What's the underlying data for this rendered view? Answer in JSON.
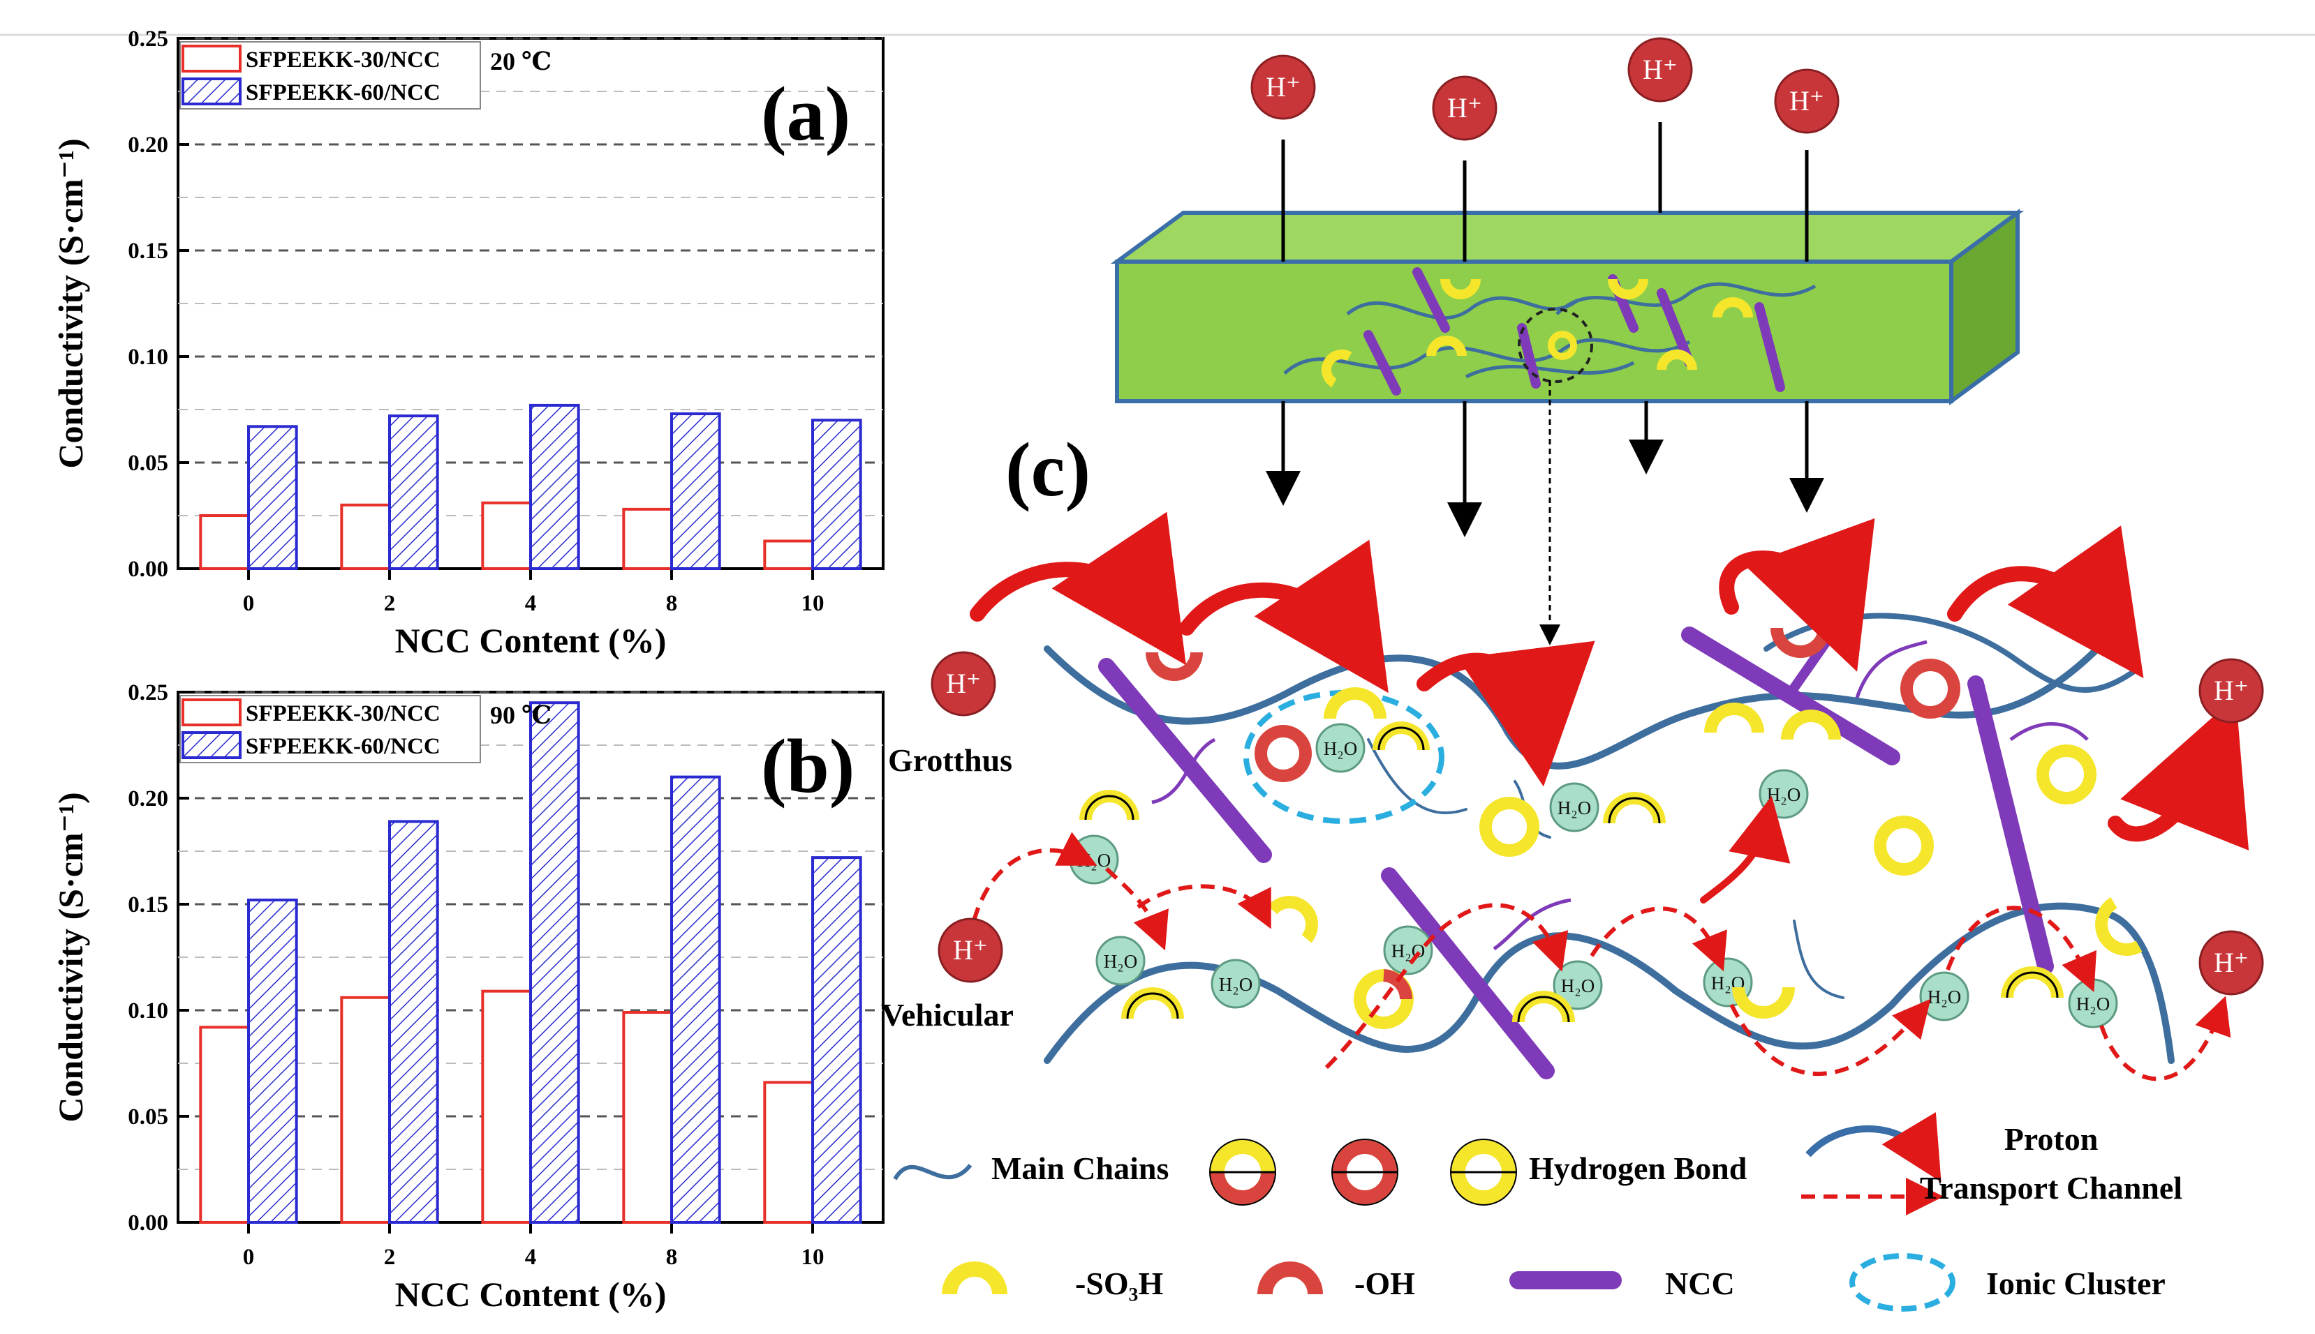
{
  "chart_data": [
    {
      "panel": "(a)",
      "type": "bar",
      "annotation": "20 ℃",
      "categories": [
        "0",
        "2",
        "4",
        "8",
        "10"
      ],
      "xlabel": "NCC Content (%)",
      "ylabel": "Conductivity (S·cm⁻¹)",
      "ylim": [
        0,
        0.25
      ],
      "yticks": [
        "0.00",
        "0.05",
        "0.10",
        "0.15",
        "0.20",
        "0.25"
      ],
      "grid": true,
      "legend_placement": "top-left",
      "series": [
        {
          "name": "SFPEEKK-30/NCC",
          "values": [
            0.025,
            0.03,
            0.031,
            0.028,
            0.013
          ],
          "color": "#e8302a",
          "pattern": "none"
        },
        {
          "name": "SFPEEKK-60/NCC",
          "values": [
            0.067,
            0.072,
            0.077,
            0.073,
            0.07
          ],
          "color": "#2a2ad0",
          "pattern": "hatch"
        }
      ]
    },
    {
      "panel": "(b)",
      "type": "bar",
      "annotation": "90 ℃",
      "categories": [
        "0",
        "2",
        "4",
        "8",
        "10"
      ],
      "xlabel": "NCC Content (%)",
      "ylabel": "Conductivity (S·cm⁻¹)",
      "ylim": [
        0,
        0.25
      ],
      "yticks": [
        "0.00",
        "0.05",
        "0.10",
        "0.15",
        "0.20",
        "0.25"
      ],
      "grid": true,
      "legend_placement": "top-left",
      "series": [
        {
          "name": "SFPEEKK-30/NCC",
          "values": [
            0.092,
            0.106,
            0.109,
            0.099,
            0.066
          ],
          "color": "#e8302a",
          "pattern": "none"
        },
        {
          "name": "SFPEEKK-60/NCC",
          "values": [
            0.152,
            0.189,
            0.245,
            0.21,
            0.172
          ],
          "color": "#2a2ad0",
          "pattern": "hatch"
        }
      ]
    }
  ],
  "diagram": {
    "panel_label": "(c)",
    "proton": "H⁺",
    "water": "H₂O",
    "mechanisms": {
      "grotthus": "Grotthus",
      "vehicular": "Vehicular"
    },
    "legend": {
      "main_chains": "Main Chains",
      "hydrogen_bond": "Hydrogen Bond",
      "proton_transport_1": "Proton",
      "proton_transport_2": "Transport Channel",
      "so3h": "-SO₃H",
      "oh": "-OH",
      "ncc": "NCC",
      "ionic_cluster": "Ionic Cluster"
    },
    "colors": {
      "membrane": "#8fce4a",
      "chain": "#3d6e9e",
      "ncc": "#7e3ab8",
      "so3h": "#f5e62c",
      "oh": "#d9453e",
      "proton": "#c8363a",
      "water": "#a9dfc9",
      "arrow": "#e01818",
      "cluster": "#2aaee0"
    }
  }
}
